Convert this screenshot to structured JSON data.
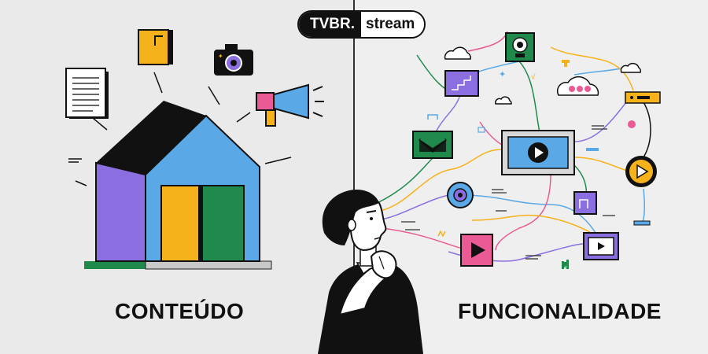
{
  "brand": {
    "part1": "TVBR.",
    "part2": "stream"
  },
  "captions": {
    "left": "CONTEÚDO",
    "right": "FUNCIONALIDADE"
  },
  "colors": {
    "purple": "#8b6fe0",
    "blue": "#5aa9e6",
    "yellow": "#f6b21b",
    "green": "#1f8a4c",
    "pink": "#ea5a95",
    "black": "#111111",
    "background": "#ececec"
  },
  "icons": [
    "document-icon",
    "folder-icon",
    "camera-icon",
    "megaphone-icon",
    "house-icon",
    "cloud-icon",
    "webcam-icon",
    "stairs-chart-icon",
    "email-icon",
    "video-player-icon",
    "play-button-icon",
    "disc-icon",
    "router-icon",
    "pink-play-icon",
    "tv-screen-icon",
    "person-thinking-icon"
  ]
}
